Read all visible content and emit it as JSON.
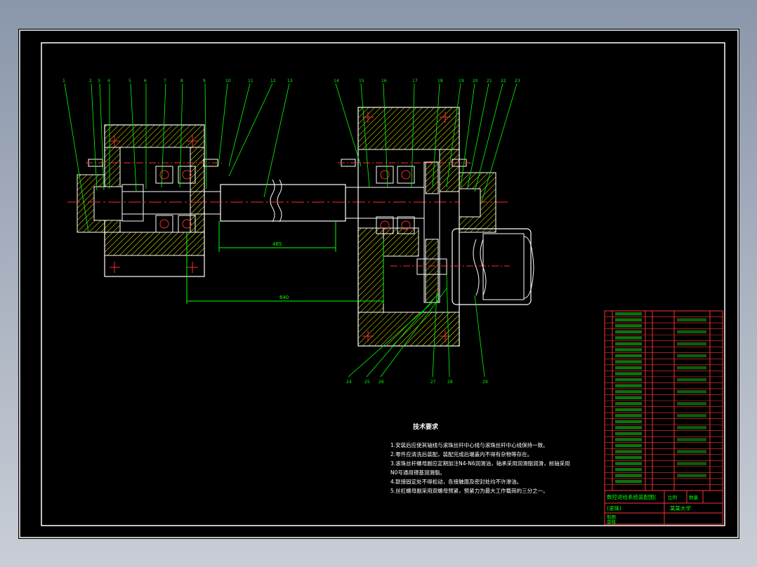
{
  "colors": {
    "background": "#000000",
    "outline": "#ffffff",
    "leader": "#00ff00",
    "axis": "#ff2a2a",
    "section": "#ffff00",
    "dimension": "#00ff00",
    "table": "#ff3030"
  },
  "balloons": [
    "1",
    "2",
    "3",
    "4",
    "5",
    "6",
    "7",
    "8",
    "9",
    "10",
    "11",
    "12",
    "13",
    "14",
    "15",
    "16",
    "17",
    "18",
    "19",
    "20",
    "21",
    "22",
    "23",
    "24",
    "25",
    "26",
    "27",
    "28",
    "29"
  ],
  "dimensions": {
    "inner_length": "485",
    "center_distance": "640"
  },
  "notes": {
    "title": "技术要求",
    "lines": [
      "1.安装后应使其轴线与滚珠丝杆中心线与滚珠丝杆中心线保持一致。",
      "2.零件应清洗后装配，装配完成后端盖内不得有杂物等存在。",
      "3.滚珠丝杆螺母副应定期加注N4-N6润滑油，轴承采用润滑脂润滑，前轴采用",
      "N0号通用锂基润滑脂。",
      "4.联接固定处不得松动，各接触面及密封处均不许渗油。",
      "5.丝杠螺母副采用双螺母预紧，预紧力为最大工作载荷的三分之一。"
    ]
  },
  "title_block": {
    "title": "数控进给系统装配图(",
    "subtitle": "(滚珠)",
    "school": "某某大学",
    "scale_label": "比例",
    "count_label": "数量",
    "draw_label": "制图",
    "check_label": "审核"
  },
  "parts_rows": 30
}
